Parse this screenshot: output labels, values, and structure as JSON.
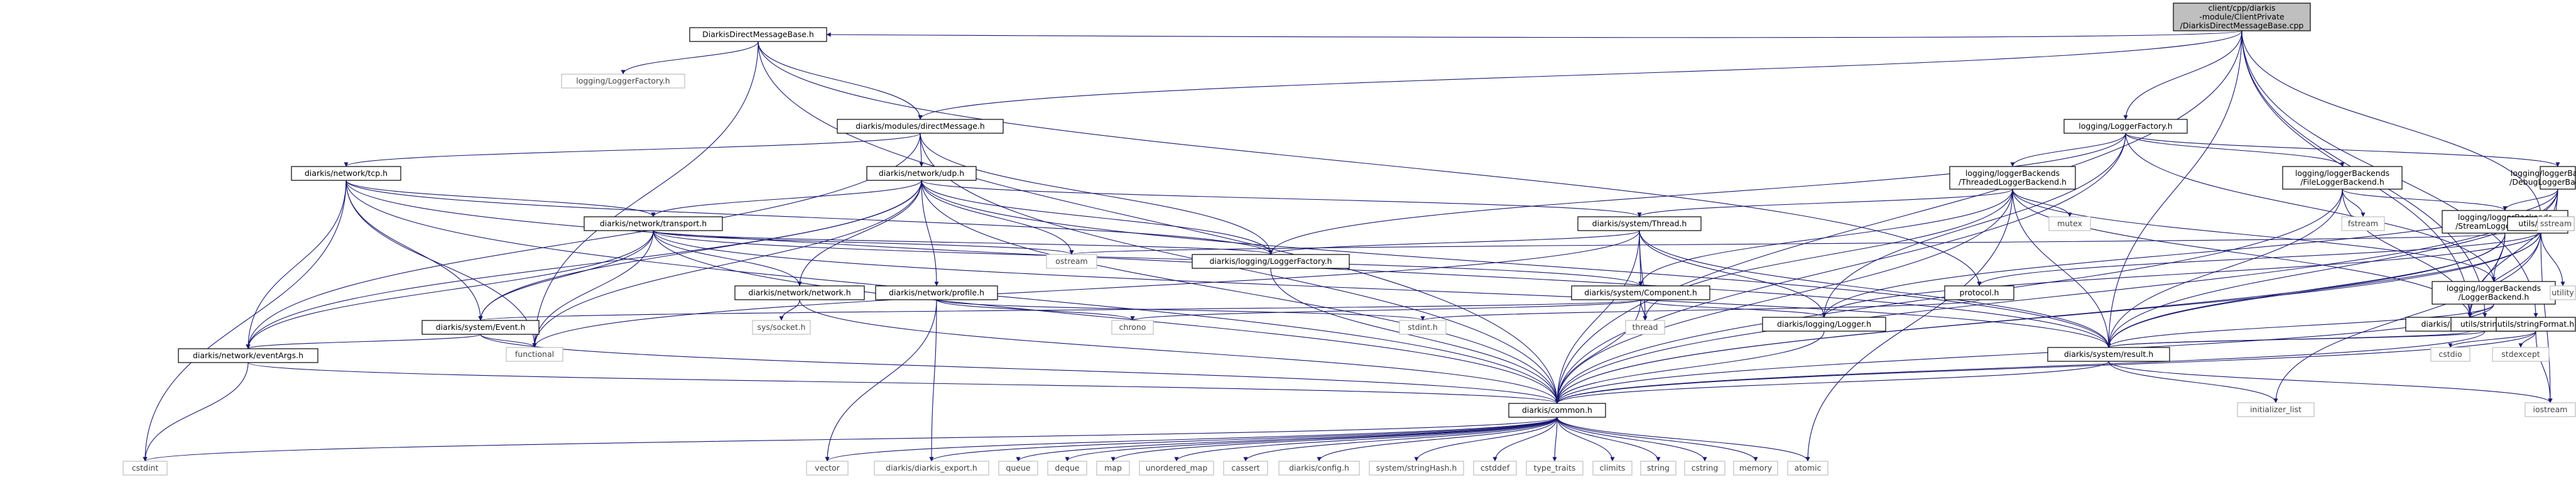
{
  "colors": {
    "edge": "#191970",
    "root_fill": "#bfbfbf",
    "node_border": "#000000",
    "system_border": "#bfbfbf",
    "background": "#ffffff"
  },
  "nodes": [
    {
      "id": "root",
      "kind": "root",
      "lines": [
        "client/cpp/diarkis",
        "-module/ClientPrivate",
        "/DiarkisDirectMessageBase.cpp"
      ]
    },
    {
      "id": "dmbase_h",
      "kind": "file",
      "lines": [
        "DiarkisDirectMessageBase.h"
      ]
    },
    {
      "id": "logging_loggerfactory_sys",
      "kind": "sys",
      "lines": [
        "logging/LoggerFactory.h"
      ]
    },
    {
      "id": "directmessage_h",
      "kind": "file",
      "lines": [
        "diarkis/modules/directMessage.h"
      ]
    },
    {
      "id": "loggerfactory_h",
      "kind": "file",
      "lines": [
        "logging/LoggerFactory.h"
      ]
    },
    {
      "id": "threaded_backend",
      "kind": "file",
      "lines": [
        "logging/loggerBackends",
        "/ThreadedLoggerBackend.h"
      ]
    },
    {
      "id": "file_backend",
      "kind": "file",
      "lines": [
        "logging/loggerBackends",
        "/FileLoggerBackend.h"
      ]
    },
    {
      "id": "debug_backend",
      "kind": "file",
      "lines": [
        "logging/loggerBackends",
        "/DebugLoggerBackend.h"
      ]
    },
    {
      "id": "stream_backend",
      "kind": "file",
      "lines": [
        "logging/loggerBackends",
        "/StreamLoggerBackend.h"
      ]
    },
    {
      "id": "logger_backend",
      "kind": "file",
      "lines": [
        "logging/loggerBackends",
        "/LoggerBackend.h"
      ]
    },
    {
      "id": "tcp_h",
      "kind": "file",
      "lines": [
        "diarkis/network/tcp.h"
      ]
    },
    {
      "id": "udp_h",
      "kind": "file",
      "lines": [
        "diarkis/network/udp.h"
      ]
    },
    {
      "id": "transport_h",
      "kind": "file",
      "lines": [
        "diarkis/network/transport.h"
      ]
    },
    {
      "id": "thread_h",
      "kind": "file",
      "lines": [
        "diarkis/system/Thread.h"
      ]
    },
    {
      "id": "network_h",
      "kind": "file",
      "lines": [
        "diarkis/network/network.h"
      ]
    },
    {
      "id": "profile_h",
      "kind": "file",
      "lines": [
        "diarkis/network/profile.h"
      ]
    },
    {
      "id": "dl_loggerfactory",
      "kind": "file",
      "lines": [
        "diarkis/logging/LoggerFactory.h"
      ]
    },
    {
      "id": "component_h",
      "kind": "file",
      "lines": [
        "diarkis/system/Component.h"
      ]
    },
    {
      "id": "protocol_h",
      "kind": "file",
      "lines": [
        "protocol.h"
      ]
    },
    {
      "id": "event_h",
      "kind": "file",
      "lines": [
        "diarkis/system/Event.h"
      ]
    },
    {
      "id": "eventargs_h",
      "kind": "file",
      "lines": [
        "diarkis/network/eventArgs.h"
      ]
    },
    {
      "id": "logger_h",
      "kind": "file",
      "lines": [
        "diarkis/logging/Logger.h"
      ]
    },
    {
      "id": "results_autogen",
      "kind": "file",
      "lines": [
        "diarkis/results.autogen.h"
      ]
    },
    {
      "id": "result_h",
      "kind": "file",
      "lines": [
        "diarkis/system/result.h"
      ]
    },
    {
      "id": "common_h",
      "kind": "file",
      "lines": [
        "diarkis/common.h"
      ]
    },
    {
      "id": "misc_h",
      "kind": "file",
      "lines": [
        "utils/misc.h"
      ]
    },
    {
      "id": "string_h",
      "kind": "file",
      "lines": [
        "utils/string.h"
      ]
    },
    {
      "id": "stringformat_h",
      "kind": "file",
      "lines": [
        "utils/stringFormat.h"
      ]
    },
    {
      "id": "ostream",
      "kind": "sys",
      "lines": [
        "ostream"
      ]
    },
    {
      "id": "mutex",
      "kind": "sys",
      "lines": [
        "mutex"
      ]
    },
    {
      "id": "fstream",
      "kind": "sys",
      "lines": [
        "fstream"
      ]
    },
    {
      "id": "sstream",
      "kind": "sys",
      "lines": [
        "sstream"
      ]
    },
    {
      "id": "utility",
      "kind": "sys",
      "lines": [
        "utility"
      ]
    },
    {
      "id": "sys_socket",
      "kind": "sys",
      "lines": [
        "sys/socket.h"
      ]
    },
    {
      "id": "chrono",
      "kind": "sys",
      "lines": [
        "chrono"
      ]
    },
    {
      "id": "thread",
      "kind": "sys",
      "lines": [
        "thread"
      ]
    },
    {
      "id": "stdint",
      "kind": "sys",
      "lines": [
        "stdint.h"
      ]
    },
    {
      "id": "functional",
      "kind": "sys",
      "lines": [
        "functional"
      ]
    },
    {
      "id": "cstdio",
      "kind": "sys",
      "lines": [
        "cstdio"
      ]
    },
    {
      "id": "stdexcept",
      "kind": "sys",
      "lines": [
        "stdexcept"
      ]
    },
    {
      "id": "initializer_list",
      "kind": "sys",
      "lines": [
        "initializer_list"
      ]
    },
    {
      "id": "iostream",
      "kind": "sys",
      "lines": [
        "iostream"
      ]
    },
    {
      "id": "cstdint",
      "kind": "sys",
      "lines": [
        "cstdint"
      ]
    },
    {
      "id": "vector",
      "kind": "sys",
      "lines": [
        "vector"
      ]
    },
    {
      "id": "diarkis_export",
      "kind": "sys",
      "lines": [
        "diarkis/diarkis_export.h"
      ]
    },
    {
      "id": "queue",
      "kind": "sys",
      "lines": [
        "queue"
      ]
    },
    {
      "id": "deque",
      "kind": "sys",
      "lines": [
        "deque"
      ]
    },
    {
      "id": "map",
      "kind": "sys",
      "lines": [
        "map"
      ]
    },
    {
      "id": "unordered_map",
      "kind": "sys",
      "lines": [
        "unordered_map"
      ]
    },
    {
      "id": "cassert",
      "kind": "sys",
      "lines": [
        "cassert"
      ]
    },
    {
      "id": "config_h",
      "kind": "sys",
      "lines": [
        "diarkis/config.h"
      ]
    },
    {
      "id": "stringhash_h",
      "kind": "sys",
      "lines": [
        "system/stringHash.h"
      ]
    },
    {
      "id": "cstddef",
      "kind": "sys",
      "lines": [
        "cstddef"
      ]
    },
    {
      "id": "type_traits",
      "kind": "sys",
      "lines": [
        "type_traits"
      ]
    },
    {
      "id": "climits",
      "kind": "sys",
      "lines": [
        "climits"
      ]
    },
    {
      "id": "string",
      "kind": "sys",
      "lines": [
        "string"
      ]
    },
    {
      "id": "cstring",
      "kind": "sys",
      "lines": [
        "cstring"
      ]
    },
    {
      "id": "memory",
      "kind": "sys",
      "lines": [
        "memory"
      ]
    },
    {
      "id": "atomic",
      "kind": "sys",
      "lines": [
        "atomic"
      ]
    }
  ],
  "edges": [
    [
      "root",
      "dmbase_h"
    ],
    [
      "root",
      "directmessage_h"
    ],
    [
      "root",
      "loggerfactory_h"
    ],
    [
      "root",
      "misc_h"
    ],
    [
      "root",
      "results_autogen"
    ],
    [
      "root",
      "string_h"
    ],
    [
      "root",
      "stringformat_h"
    ],
    [
      "root",
      "common_h"
    ],
    [
      "root",
      "result_h"
    ],
    [
      "dmbase_h",
      "logging_loggerfactory_sys"
    ],
    [
      "dmbase_h",
      "directmessage_h"
    ],
    [
      "dmbase_h",
      "protocol_h"
    ],
    [
      "dmbase_h",
      "functional"
    ],
    [
      "dmbase_h",
      "common_h"
    ],
    [
      "directmessage_h",
      "tcp_h"
    ],
    [
      "directmessage_h",
      "udp_h"
    ],
    [
      "directmessage_h",
      "dl_loggerfactory"
    ],
    [
      "directmessage_h",
      "eventargs_h"
    ],
    [
      "directmessage_h",
      "common_h"
    ],
    [
      "loggerfactory_h",
      "threaded_backend"
    ],
    [
      "loggerfactory_h",
      "file_backend"
    ],
    [
      "loggerfactory_h",
      "debug_backend"
    ],
    [
      "loggerfactory_h",
      "logger_backend"
    ],
    [
      "loggerfactory_h",
      "logger_h"
    ],
    [
      "loggerfactory_h",
      "dl_loggerfactory"
    ],
    [
      "loggerfactory_h",
      "common_h"
    ],
    [
      "threaded_backend",
      "thread_h"
    ],
    [
      "threaded_backend",
      "mutex"
    ],
    [
      "threaded_backend",
      "logger_backend"
    ],
    [
      "threaded_backend",
      "atomic"
    ],
    [
      "threaded_backend",
      "thread"
    ],
    [
      "threaded_backend",
      "component_h"
    ],
    [
      "threaded_backend",
      "result_h"
    ],
    [
      "threaded_backend",
      "results_autogen"
    ],
    [
      "threaded_backend",
      "common_h"
    ],
    [
      "file_backend",
      "fstream"
    ],
    [
      "file_backend",
      "stream_backend"
    ],
    [
      "file_backend",
      "results_autogen"
    ],
    [
      "file_backend",
      "result_h"
    ],
    [
      "file_backend",
      "common_h"
    ],
    [
      "debug_backend",
      "sstream"
    ],
    [
      "debug_backend",
      "stream_backend"
    ],
    [
      "debug_backend",
      "results_autogen"
    ],
    [
      "debug_backend",
      "result_h"
    ],
    [
      "debug_backend",
      "logger_h"
    ],
    [
      "debug_backend",
      "common_h"
    ],
    [
      "stream_backend",
      "ostream"
    ],
    [
      "stream_backend",
      "logger_backend"
    ],
    [
      "stream_backend",
      "results_autogen"
    ],
    [
      "stream_backend",
      "result_h"
    ],
    [
      "stream_backend",
      "common_h"
    ],
    [
      "logger_backend",
      "results_autogen"
    ],
    [
      "logger_backend",
      "result_h"
    ],
    [
      "logger_backend",
      "common_h"
    ],
    [
      "tcp_h",
      "transport_h"
    ],
    [
      "tcp_h",
      "event_h"
    ],
    [
      "tcp_h",
      "eventargs_h"
    ],
    [
      "tcp_h",
      "functional"
    ],
    [
      "tcp_h",
      "dl_loggerfactory"
    ],
    [
      "tcp_h",
      "result_h"
    ],
    [
      "tcp_h",
      "cstdint"
    ],
    [
      "tcp_h",
      "common_h"
    ],
    [
      "udp_h",
      "transport_h"
    ],
    [
      "udp_h",
      "network_h"
    ],
    [
      "udp_h",
      "profile_h"
    ],
    [
      "udp_h",
      "thread_h"
    ],
    [
      "udp_h",
      "dl_loggerfactory"
    ],
    [
      "udp_h",
      "ostream"
    ],
    [
      "udp_h",
      "event_h"
    ],
    [
      "udp_h",
      "eventargs_h"
    ],
    [
      "udp_h",
      "functional"
    ],
    [
      "udp_h",
      "result_h"
    ],
    [
      "udp_h",
      "common_h"
    ],
    [
      "transport_h",
      "network_h"
    ],
    [
      "transport_h",
      "event_h"
    ],
    [
      "transport_h",
      "eventargs_h"
    ],
    [
      "transport_h",
      "component_h"
    ],
    [
      "transport_h",
      "dl_loggerfactory"
    ],
    [
      "transport_h",
      "ostream"
    ],
    [
      "transport_h",
      "functional"
    ],
    [
      "transport_h",
      "result_h"
    ],
    [
      "transport_h",
      "common_h"
    ],
    [
      "thread_h",
      "component_h"
    ],
    [
      "thread_h",
      "dl_loggerfactory"
    ],
    [
      "thread_h",
      "thread"
    ],
    [
      "thread_h",
      "logger_h"
    ],
    [
      "thread_h",
      "functional"
    ],
    [
      "thread_h",
      "result_h"
    ],
    [
      "thread_h",
      "common_h"
    ],
    [
      "network_h",
      "sys_socket"
    ],
    [
      "network_h",
      "common_h"
    ],
    [
      "profile_h",
      "chrono"
    ],
    [
      "profile_h",
      "stdint"
    ],
    [
      "profile_h",
      "vector"
    ],
    [
      "profile_h",
      "diarkis_export"
    ],
    [
      "dl_loggerfactory",
      "common_h"
    ],
    [
      "component_h",
      "chrono"
    ],
    [
      "component_h",
      "thread"
    ],
    [
      "component_h",
      "logger_h"
    ],
    [
      "component_h",
      "event_h"
    ],
    [
      "component_h",
      "common_h"
    ],
    [
      "protocol_h",
      "stdint"
    ],
    [
      "event_h",
      "functional"
    ],
    [
      "event_h",
      "eventargs_h"
    ],
    [
      "event_h",
      "common_h"
    ],
    [
      "eventargs_h",
      "cstdint"
    ],
    [
      "eventargs_h",
      "common_h"
    ],
    [
      "logger_h",
      "common_h"
    ],
    [
      "results_autogen",
      "result_h"
    ],
    [
      "result_h",
      "initializer_list"
    ],
    [
      "result_h",
      "iostream"
    ],
    [
      "result_h",
      "common_h"
    ],
    [
      "misc_h",
      "protocol_h"
    ],
    [
      "misc_h",
      "utility"
    ],
    [
      "misc_h",
      "results_autogen"
    ],
    [
      "misc_h",
      "result_h"
    ],
    [
      "misc_h",
      "logger_h"
    ],
    [
      "misc_h",
      "initializer_list"
    ],
    [
      "misc_h",
      "iostream"
    ],
    [
      "misc_h",
      "common_h"
    ],
    [
      "string_h",
      "result_h"
    ],
    [
      "string_h",
      "common_h"
    ],
    [
      "stringformat_h",
      "cstdio"
    ],
    [
      "stringformat_h",
      "stdexcept"
    ],
    [
      "stringformat_h",
      "iostream"
    ],
    [
      "stringformat_h",
      "common_h"
    ],
    [
      "common_h",
      "cstdint"
    ],
    [
      "common_h",
      "vector"
    ],
    [
      "common_h",
      "diarkis_export"
    ],
    [
      "common_h",
      "queue"
    ],
    [
      "common_h",
      "deque"
    ],
    [
      "common_h",
      "map"
    ],
    [
      "common_h",
      "unordered_map"
    ],
    [
      "common_h",
      "cassert"
    ],
    [
      "common_h",
      "config_h"
    ],
    [
      "common_h",
      "stringhash_h"
    ],
    [
      "common_h",
      "cstddef"
    ],
    [
      "common_h",
      "type_traits"
    ],
    [
      "common_h",
      "climits"
    ],
    [
      "common_h",
      "string"
    ],
    [
      "common_h",
      "cstring"
    ],
    [
      "common_h",
      "memory"
    ],
    [
      "common_h",
      "atomic"
    ]
  ]
}
